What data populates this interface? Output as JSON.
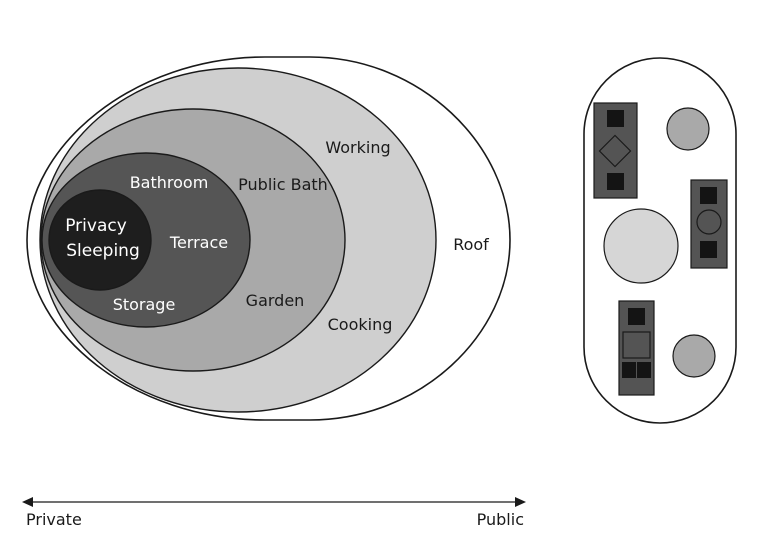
{
  "labels": {
    "privacy": "Privacy",
    "sleeping": "Sleeping",
    "bathroom": "Bathroom",
    "terrace": "Terrace",
    "storage": "Storage",
    "public_bath": "Public Bath",
    "garden": "Garden",
    "working": "Working",
    "cooking": "Cooking",
    "roof": "Roof"
  },
  "axis": {
    "left_label": "Private",
    "right_label": "Public"
  },
  "colors": {
    "background": "#ffffff",
    "outline": "#1a1a1a",
    "roof_zone": "#ffffff",
    "outer_zone": "#cfcfcf",
    "middle_zone": "#a9a9a9",
    "inner_zone": "#555555",
    "core_zone": "#1e1e1e",
    "light_text": "#ffffff",
    "dark_text": "#1a1a1a",
    "module_dark": "#545454",
    "module_black": "#141414",
    "circle_mid": "#a9a9a9",
    "circle_light": "#d6d6d6"
  }
}
